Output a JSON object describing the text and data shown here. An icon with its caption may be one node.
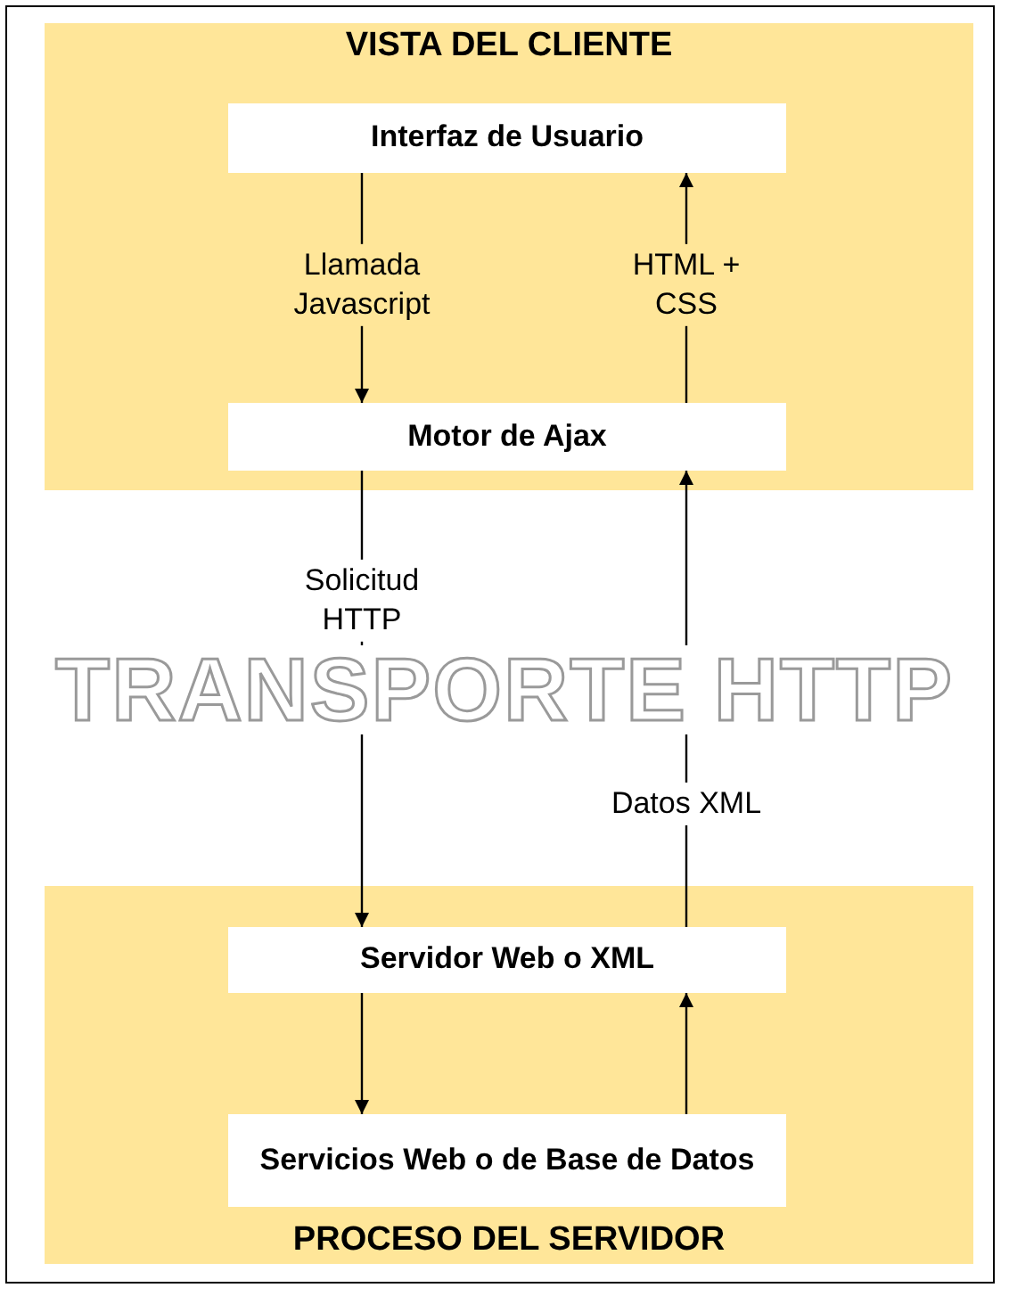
{
  "diagram": {
    "nodes": [
      {
        "text": [
          "VISTA DEL CLIENTE"
        ]
      },
      {
        "text": [
          "Interfaz de Usuario"
        ],
        "in": 0
      },
      {
        "text": [
          "Motor de Ajax"
        ],
        "in": 0
      },
      {
        "text": [
          "PROCESO DEL SERVIDOR"
        ]
      },
      {
        "text": [
          "Servidor Web o XML"
        ],
        "in": 3
      },
      {
        "text": [
          "Servicios Web o de Base de Datos"
        ],
        "in": 3
      }
    ],
    "edges": [
      {
        "from": 1,
        "to": 2,
        "arrow": "to",
        "label": "Llamada Javascript"
      },
      {
        "from": 2,
        "to": 1,
        "arrow": "to",
        "label": "HTML + CSS"
      },
      {
        "from": 2,
        "to": 4,
        "arrow": "to",
        "label": "Solicitud HTTP"
      },
      {
        "from": 4,
        "to": 2,
        "arrow": "to",
        "label": "Datos XML"
      },
      {
        "from": 4,
        "to": 5,
        "arrow": "to"
      },
      {
        "from": 5,
        "to": 4,
        "arrow": "to"
      }
    ],
    "labels": [
      "TRANSPORTE HTTP"
    ]
  }
}
